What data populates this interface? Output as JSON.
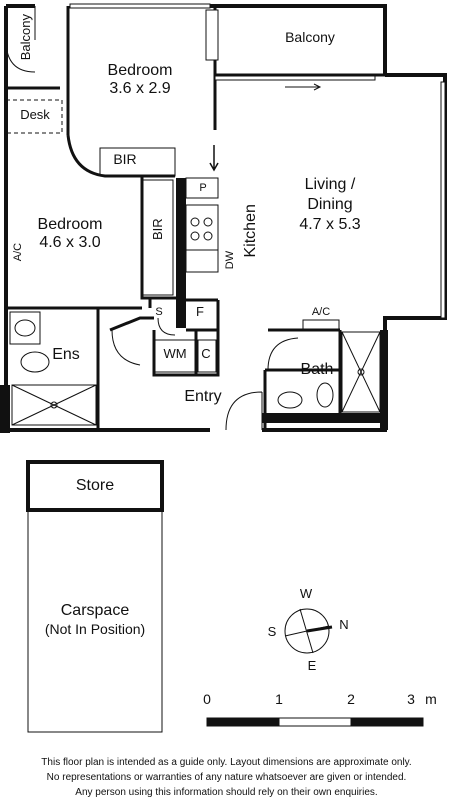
{
  "rooms": {
    "balcony_left": "Balcony",
    "balcony_top": "Balcony",
    "desk": "Desk",
    "bedroom1_name": "Bedroom",
    "bedroom1_size": "3.6 x 2.9",
    "bir_top": "BIR",
    "bedroom2_name": "Bedroom",
    "bedroom2_size": "4.6 x 3.0",
    "bir_side": "BIR",
    "ac_left": "A/C",
    "living_name": "Living /",
    "living_name2": "Dining",
    "living_size": "4.7 x 5.3",
    "kitchen": "Kitchen",
    "pantry": "P",
    "dishwasher": "DW",
    "s": "S",
    "fridge": "F",
    "wm": "WM",
    "c": "C",
    "ensuite": "Ens",
    "entry": "Entry",
    "bath": "Bath",
    "ac_bath": "A/C",
    "store": "Store",
    "carspace": "Carspace",
    "carspace_note": "(Not In Position)"
  },
  "compass": {
    "w": "W",
    "n": "N",
    "s": "S",
    "e": "E"
  },
  "scale": {
    "t0": "0",
    "t1": "1",
    "t2": "2",
    "t3": "3",
    "unit": "m"
  },
  "disclaimer": {
    "line1": "This floor plan is intended as a guide only. Layout dimensions are approximate only.",
    "line2": "No representations or warranties of any nature whatsoever are given or intended.",
    "line3": "Any person using this information should rely on their own enquiries."
  }
}
